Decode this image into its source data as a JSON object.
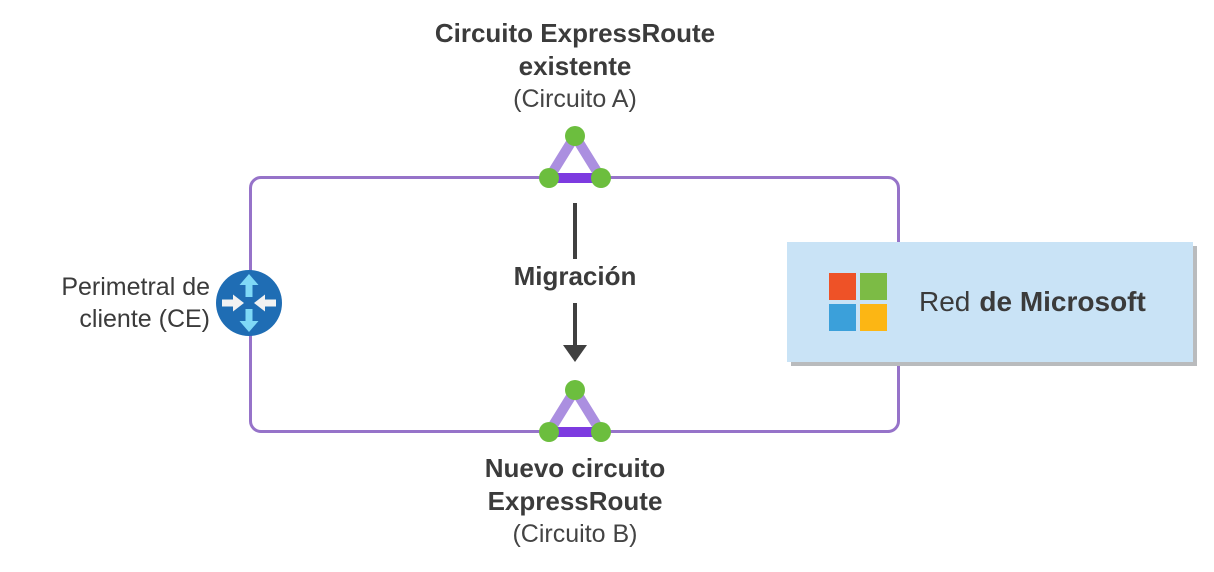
{
  "diagram": {
    "top_circuit": {
      "title_line1": "Circuito ExpressRoute",
      "title_line2": "existente",
      "subtitle": "(Circuito A)"
    },
    "bottom_circuit": {
      "title_line1": "Nuevo circuito",
      "title_line2": "ExpressRoute",
      "subtitle": "(Circuito B)"
    },
    "customer_edge": {
      "label_line1": "Perimetral de",
      "label_line2": "cliente (CE)"
    },
    "migration": {
      "label": "Migración"
    },
    "microsoft_network": {
      "label_regular": "Red",
      "label_bold": "de Microsoft"
    },
    "colors": {
      "boundary_purple": "#9673c9",
      "triangle_side_purple": "#ab8fe0",
      "triangle_base_purple": "#7d3be0",
      "node_green": "#6cbe3e",
      "router_blue": "#1f6db4",
      "router_arrow_cyan": "#7fd9f7",
      "router_arrow_white": "#f2f2f2",
      "network_box_blue": "#c9e3f6",
      "connector_gray": "#404040",
      "text_dark": "#3b3b3b",
      "ms_logo_red": "#ee5227",
      "ms_logo_green": "#7cbb45",
      "ms_logo_blue": "#3ba0da",
      "ms_logo_yellow": "#fcb614"
    }
  }
}
